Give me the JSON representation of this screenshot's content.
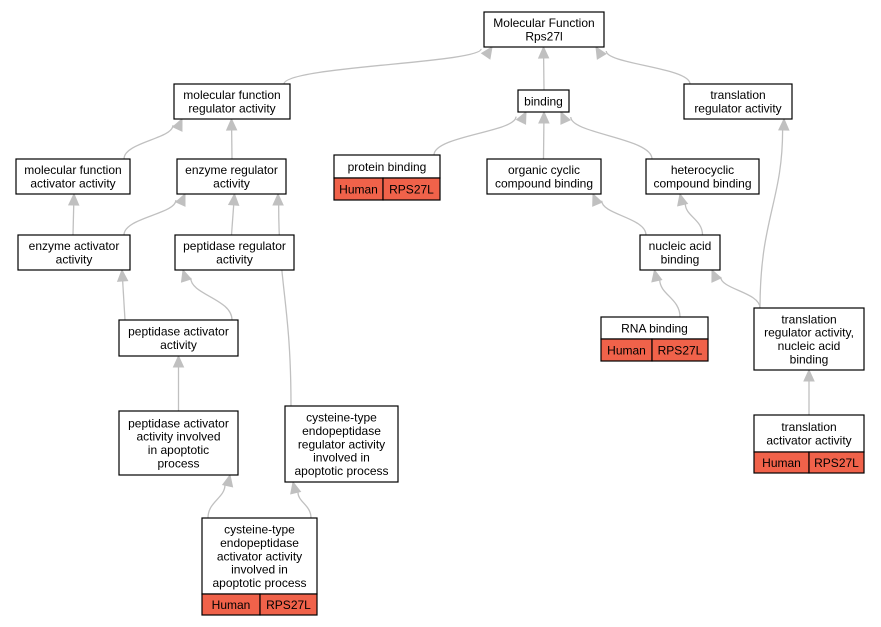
{
  "nodes": {
    "root": {
      "lines": [
        "Molecular Function",
        "Rps27l"
      ]
    },
    "mfreg": {
      "lines": [
        "molecular function",
        "regulator activity"
      ]
    },
    "binding": {
      "lines": [
        "binding"
      ]
    },
    "transreg": {
      "lines": [
        "translation",
        "regulator activity"
      ]
    },
    "mfact": {
      "lines": [
        "molecular function",
        "activator activity"
      ]
    },
    "enzreg": {
      "lines": [
        "enzyme regulator",
        "activity"
      ]
    },
    "protbind": {
      "lines": [
        "protein binding"
      ],
      "tags": [
        "Human",
        "RPS27L"
      ]
    },
    "orgcyc": {
      "lines": [
        "organic cyclic",
        "compound binding"
      ]
    },
    "hetcyc": {
      "lines": [
        "heterocyclic",
        "compound binding"
      ]
    },
    "enzact": {
      "lines": [
        "enzyme activator",
        "activity"
      ]
    },
    "pepreg": {
      "lines": [
        "peptidase regulator",
        "activity"
      ]
    },
    "nucbind": {
      "lines": [
        "nucleic acid",
        "binding"
      ]
    },
    "pepact": {
      "lines": [
        "peptidase activator",
        "activity"
      ]
    },
    "rnabind": {
      "lines": [
        "RNA binding"
      ],
      "tags": [
        "Human",
        "RPS27L"
      ]
    },
    "transregna": {
      "lines": [
        "translation",
        "regulator activity,",
        "nucleic acid",
        "binding"
      ]
    },
    "pepactapop": {
      "lines": [
        "peptidase activator",
        "activity involved",
        "in apoptotic",
        "process"
      ]
    },
    "cysreg": {
      "lines": [
        "cysteine-type",
        "endopeptidase",
        "regulator activity",
        "involved in",
        "apoptotic process"
      ]
    },
    "transact": {
      "lines": [
        "translation",
        "activator activity"
      ],
      "tags": [
        "Human",
        "RPS27L"
      ]
    },
    "cysact": {
      "lines": [
        "cysteine-type",
        "endopeptidase",
        "activator activity",
        "involved in",
        "apoptotic process"
      ],
      "tags": [
        "Human",
        "RPS27L"
      ]
    }
  },
  "edges": [
    {
      "from": "mfreg",
      "to": "root"
    },
    {
      "from": "binding",
      "to": "root"
    },
    {
      "from": "transreg",
      "to": "root"
    },
    {
      "from": "mfact",
      "to": "mfreg"
    },
    {
      "from": "enzreg",
      "to": "mfreg"
    },
    {
      "from": "protbind",
      "to": "binding"
    },
    {
      "from": "orgcyc",
      "to": "binding"
    },
    {
      "from": "hetcyc",
      "to": "binding"
    },
    {
      "from": "enzact",
      "to": "mfact"
    },
    {
      "from": "enzact",
      "to": "enzreg"
    },
    {
      "from": "pepreg",
      "to": "enzreg"
    },
    {
      "from": "cysreg",
      "to": "enzreg"
    },
    {
      "from": "nucbind",
      "to": "orgcyc"
    },
    {
      "from": "nucbind",
      "to": "hetcyc"
    },
    {
      "from": "pepact",
      "to": "enzact"
    },
    {
      "from": "pepact",
      "to": "pepreg"
    },
    {
      "from": "rnabind",
      "to": "nucbind"
    },
    {
      "from": "transregna",
      "to": "nucbind"
    },
    {
      "from": "transregna",
      "to": "transreg"
    },
    {
      "from": "pepactapop",
      "to": "pepact"
    },
    {
      "from": "transact",
      "to": "transregna"
    },
    {
      "from": "cysact",
      "to": "pepactapop"
    },
    {
      "from": "cysact",
      "to": "cysreg"
    }
  ],
  "colors": {
    "edge": "#c0c0c0",
    "tag_fill": "#f0624a",
    "border": "#000000"
  }
}
